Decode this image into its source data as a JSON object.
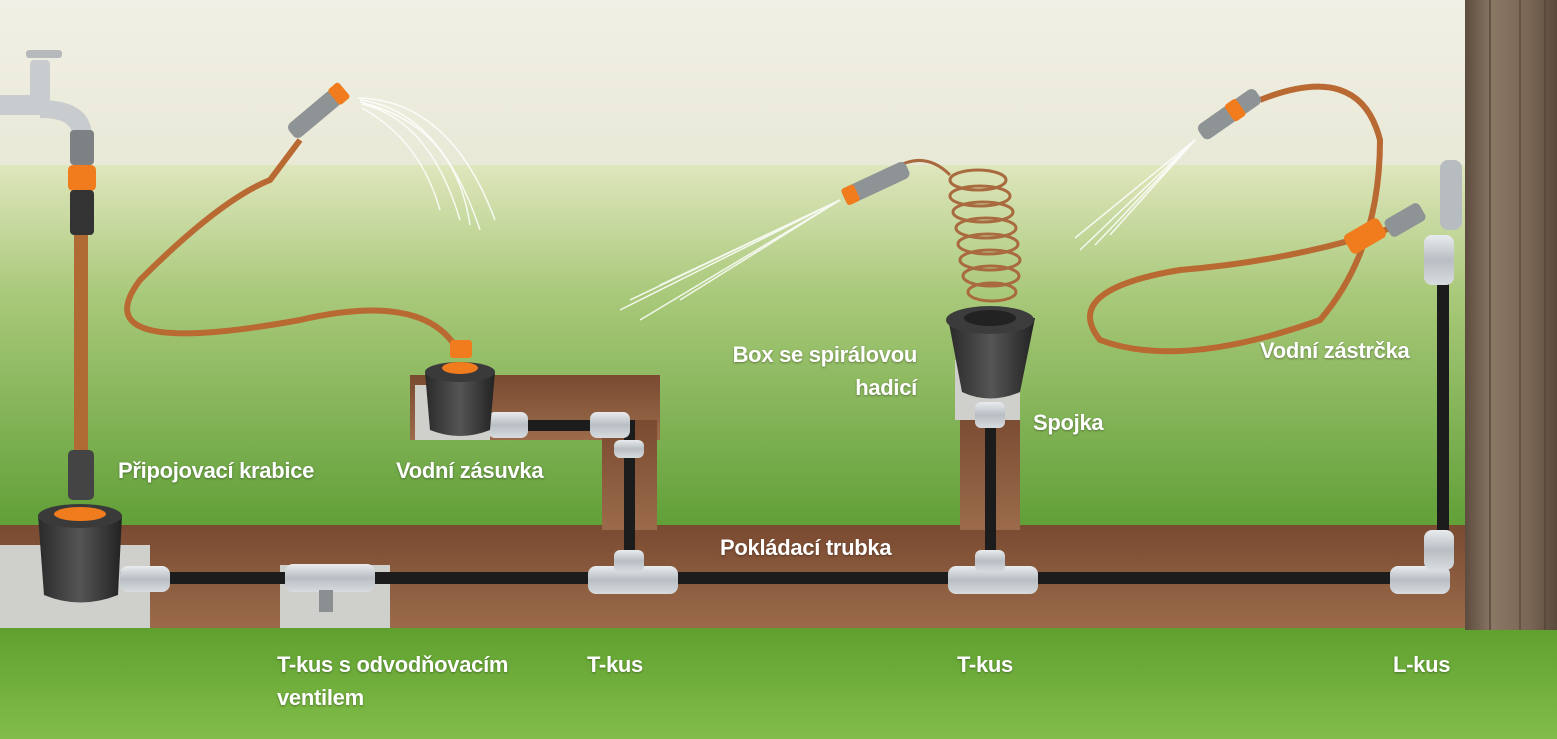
{
  "diagram": {
    "labels": {
      "connection_box": "Připojovací krabice",
      "water_socket": "Vodní zásuvka",
      "spiral_hose_box": "Box se spirálovou hadicí",
      "coupling": "Spojka",
      "water_plug": "Vodní zástrčka",
      "laying_pipe": "Pokládací trubka",
      "t_piece_drain_valve": "T-kus s odvodňovacím ventilem",
      "t_piece_1": "T-kus",
      "t_piece_2": "T-kus",
      "l_piece": "L-kus"
    },
    "colors": {
      "sky": "#efeee2",
      "grass": "#6cae3e",
      "soil": "#8a5a3e",
      "pipe": "#1e1e1e",
      "fitting": "#c8ccd0",
      "accent_orange": "#f07c1e",
      "hose": "#b86a32",
      "wood": "#7c6a58"
    }
  }
}
